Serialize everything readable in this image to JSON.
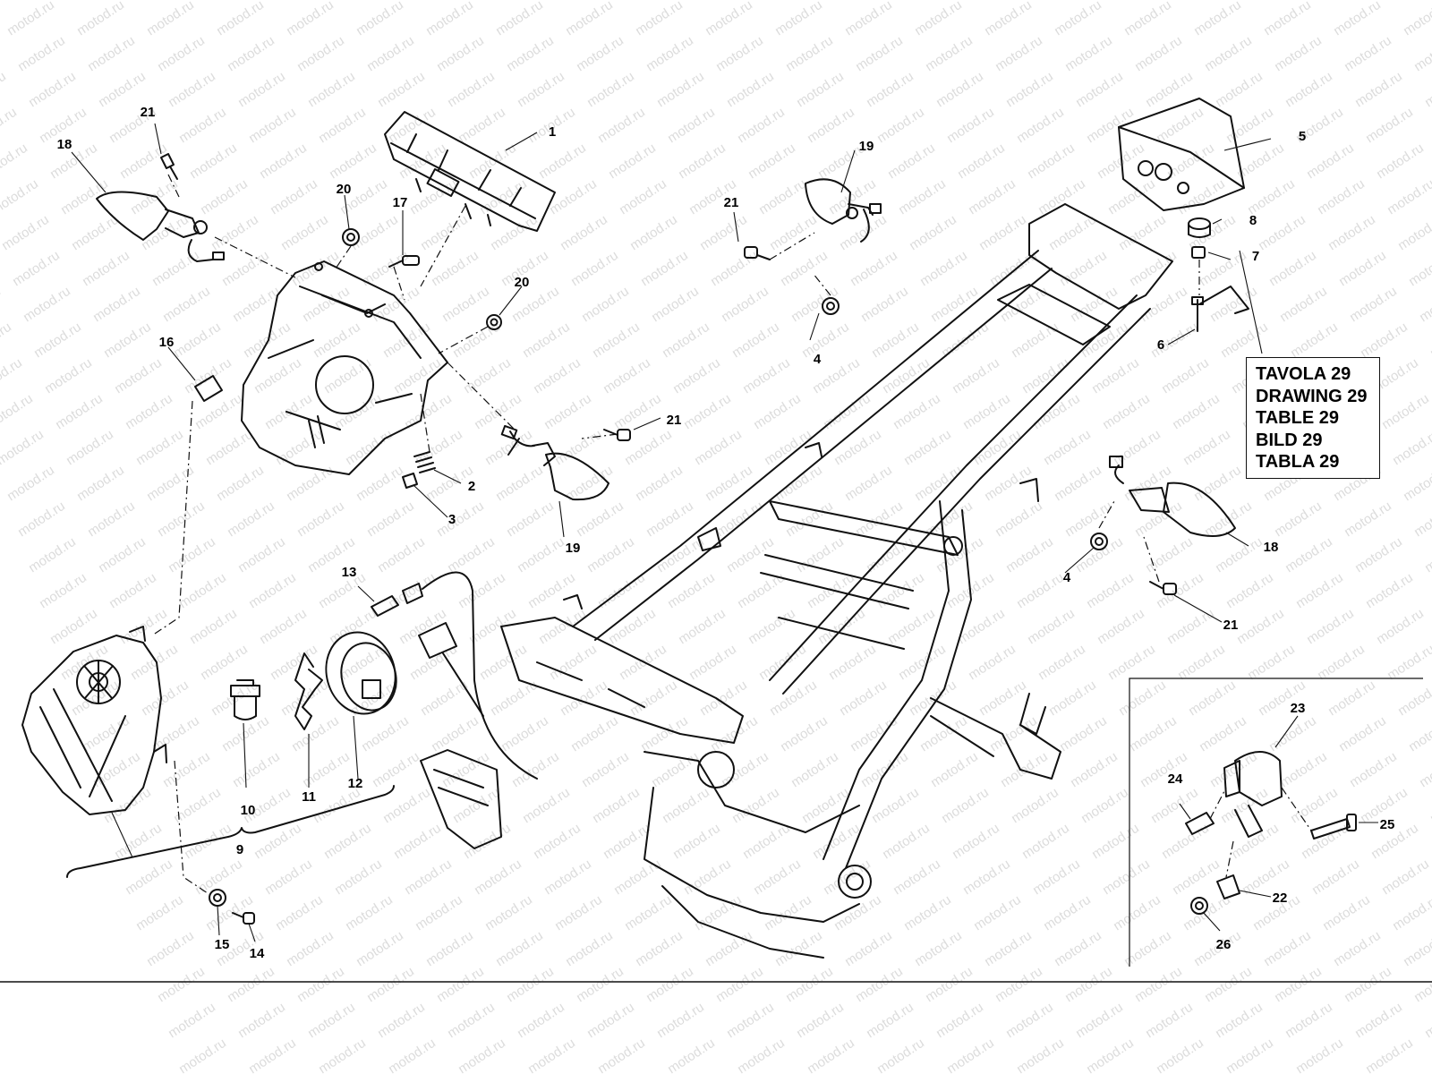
{
  "watermark": "motod.ru",
  "reference_box": [
    "TAVOLA 29",
    "DRAWING 29",
    "TABLE 29",
    "BILD 29",
    "TABLA 29"
  ],
  "callouts": [
    "1",
    "2",
    "3",
    "4",
    "4",
    "5",
    "6",
    "7",
    "8",
    "9",
    "10",
    "11",
    "12",
    "13",
    "14",
    "15",
    "16",
    "17",
    "18",
    "18",
    "19",
    "19",
    "20",
    "20",
    "21",
    "21",
    "21",
    "21",
    "22",
    "23",
    "24",
    "25",
    "26"
  ]
}
